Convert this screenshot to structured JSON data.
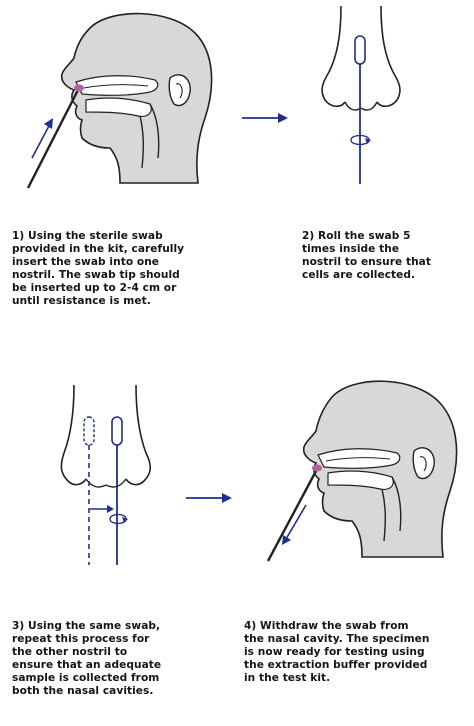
{
  "steps": [
    {
      "number": 1,
      "text": "1) Using the sterile swab\nprovided in the kit, carefully\ninsert the swab into one\nnostril. The swab tip should\nbe inserted up to 2-4 cm or\nuntil resistance is met."
    },
    {
      "number": 2,
      "text": "2) Roll the swab 5\ntimes inside the\nnostril to ensure that\ncells are collected."
    },
    {
      "number": 3,
      "text": "3) Using the same swab,\nrepeat this process for\nthe other nostril to\nensure that an adequate\nsample is collected from\nboth the nasal cavities."
    },
    {
      "number": 4,
      "text": "4) Withdraw the swab from\nthe nasal cavity. The specimen\nis now ready for testing using\nthe extraction buffer provided\nin the test kit."
    }
  ],
  "colors": {
    "line_art": "#222222",
    "arrow_blue": "#1f2f8f",
    "swab_tip": "#b0609a",
    "text": "#151515"
  },
  "icons": {
    "head": "head-profile-icon",
    "nose": "nose-front-icon",
    "arrow": "right-arrow-icon",
    "rotate": "rotate-icon"
  }
}
